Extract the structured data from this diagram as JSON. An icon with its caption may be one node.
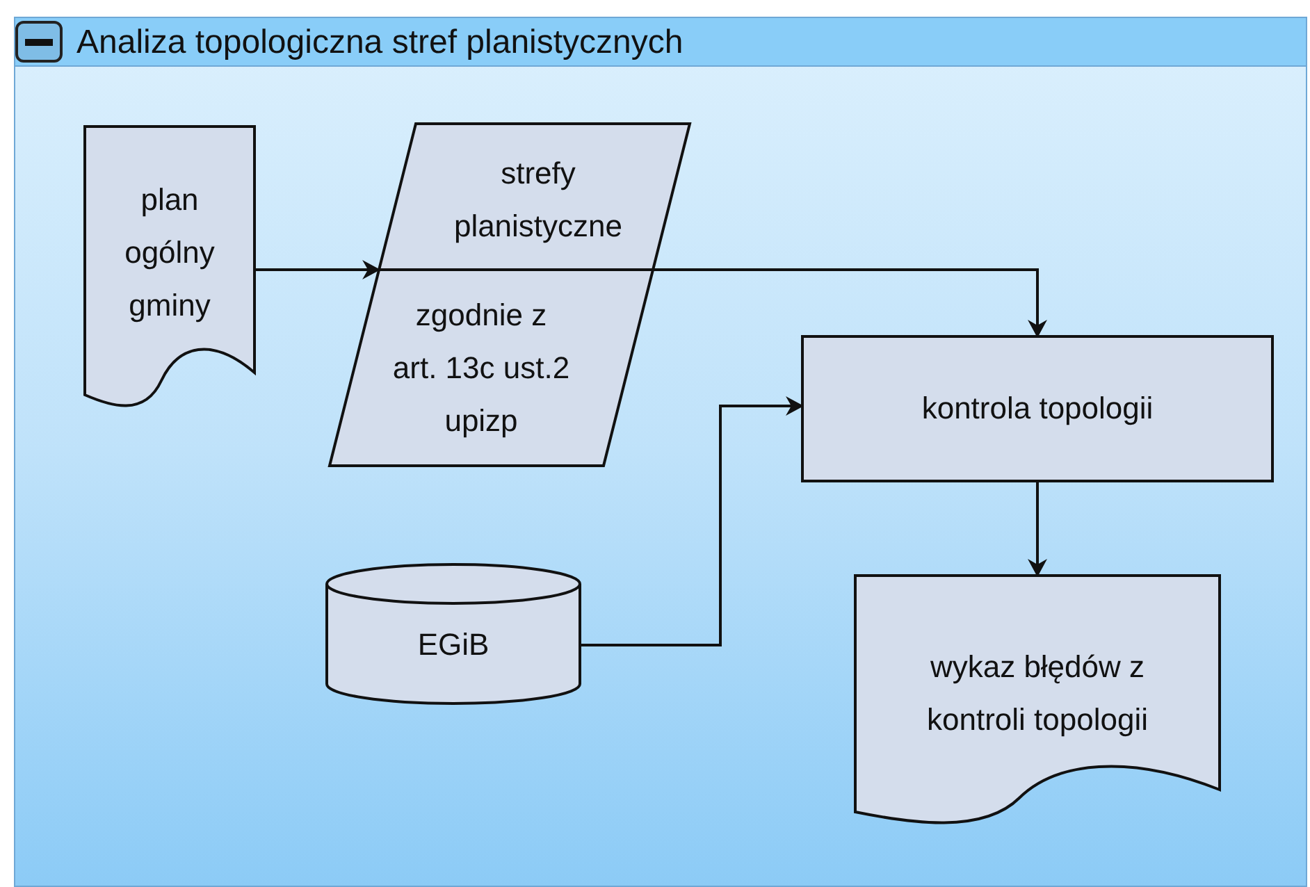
{
  "diagram": {
    "nodes": [
      {
        "text": [
          "Analiza topologiczna stref planistycznych"
        ]
      },
      {
        "text": [
          "plan ogólny gminy"
        ],
        "in": 0
      },
      {
        "text": [
          "strefy planistyczne",
          "zgodnie z art. 13c ust.2 upizp"
        ],
        "in": 0
      },
      {
        "text": [
          "kontrola topologii"
        ],
        "in": 0
      },
      {
        "text": [
          "EGiB"
        ],
        "in": 0
      },
      {
        "text": [
          "wykaz błędów z kontroli topologii"
        ],
        "in": 0
      }
    ],
    "edges": [
      {
        "from": 1,
        "to": 2,
        "arrow": "to"
      },
      {
        "from": 2,
        "to": 3,
        "arrow": "to"
      },
      {
        "from": 4,
        "to": 3,
        "arrow": "to"
      },
      {
        "from": 3,
        "to": 5,
        "arrow": "to"
      }
    ]
  }
}
